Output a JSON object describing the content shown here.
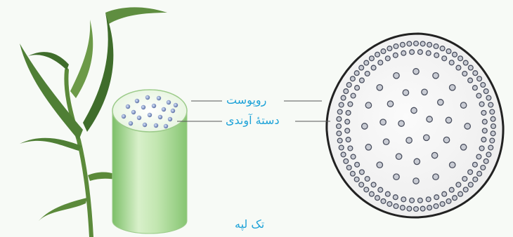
{
  "figure": {
    "labels": {
      "epidermis": "روپوست",
      "vascular_bundle": "دستهٔ آوندی",
      "caption": "تک لپه"
    },
    "colors": {
      "label": "#1fa3d8",
      "stem_light": "#d6efc8",
      "stem_dark": "#8fc87a",
      "leaf": "#4f7f35",
      "section_outline": "#2b2b2b",
      "bundle": "#6d7a9e"
    },
    "illustrations": [
      "maize-plant",
      "stem-cylinder-model",
      "stem-cross-section"
    ]
  }
}
